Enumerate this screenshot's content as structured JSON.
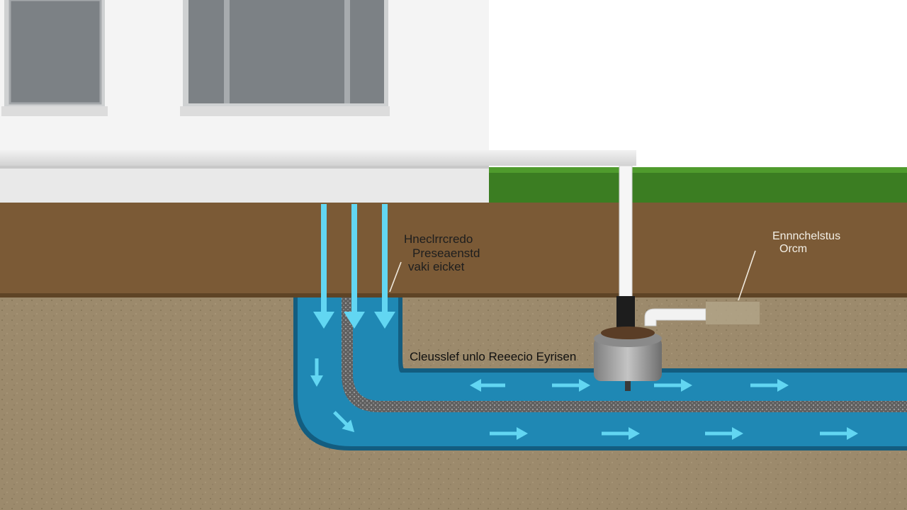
{
  "diagram": {
    "labels": {
      "downspout_text": {
        "line1": "Hneclrrcredo",
        "line2": "Preseaenstd",
        "line3": "vaki eicket"
      },
      "pipe_text": "Cleusslef unlo Reeecio Eyrisen",
      "outlet_text": {
        "line1": "Ennnchelstus",
        "line2": "Orcm"
      }
    },
    "colors": {
      "sky": "#ffffff",
      "wall": "#f4f4f4",
      "window_glass": "#7c8185",
      "window_frame": "#b9bcbe",
      "roof_ledge": "#e6e6e6",
      "grass": "#3b7d22",
      "topsoil": "#7b5a36",
      "subsoil": "#9c8a6c",
      "water_pipe": "#1f88b4",
      "water_pipe_dark": "#135d80",
      "flow_arrow": "#62d6f2",
      "gravel_liner": "#6f6f6f",
      "pump": "#9a9a9a"
    },
    "icons": {
      "down_flow": "arrow-down-icon",
      "right_flow": "arrow-right-icon",
      "left_flow": "arrow-left-icon",
      "sump_pump": "sump-pump-icon"
    }
  }
}
